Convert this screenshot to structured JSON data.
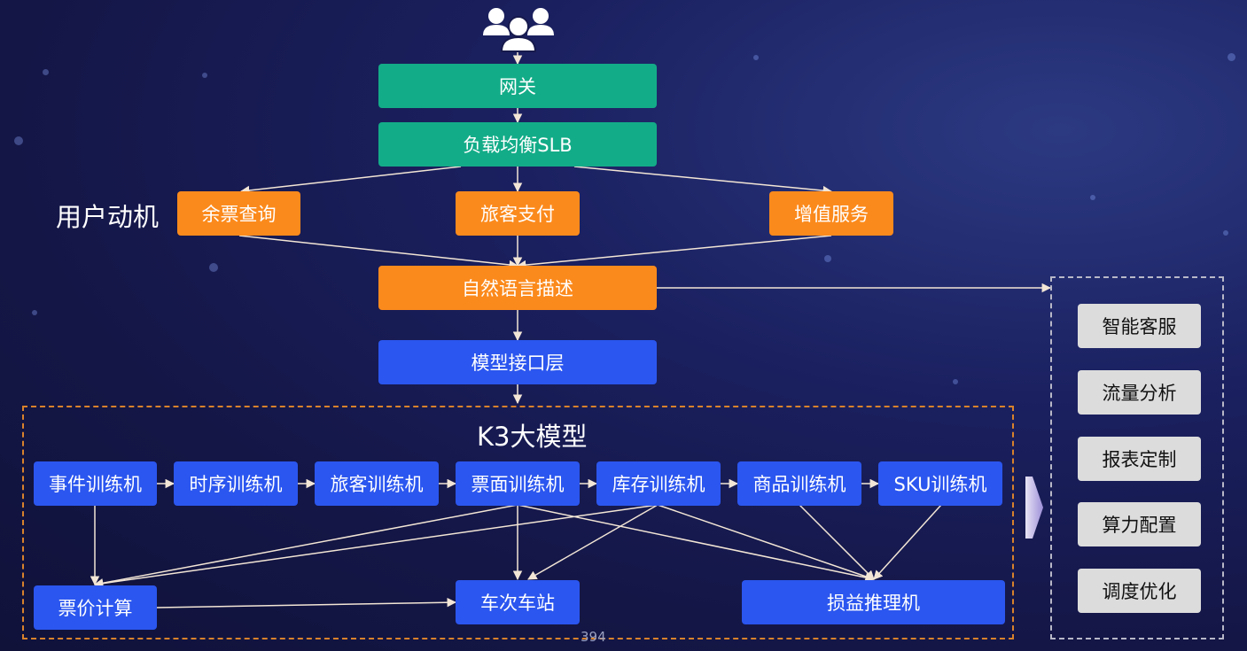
{
  "nodes": {
    "gateway": "网关",
    "slb": "负载均衡SLB",
    "user_motive_label": "用户动机",
    "ticket_query": "余票查询",
    "passenger_pay": "旅客支付",
    "value_added": "增值服务",
    "nl_desc": "自然语言描述",
    "model_api": "模型接口层",
    "k3_title": "K3大模型",
    "trainers": [
      "事件训练机",
      "时序训练机",
      "旅客训练机",
      "票面训练机",
      "库存训练机",
      "商品训练机",
      "SKU训练机"
    ],
    "fare_calc": "票价计算",
    "train_station": "车次车站",
    "profit_infer": "损益推理机"
  },
  "apps": [
    "智能客服",
    "流量分析",
    "报表定制",
    "算力配置",
    "调度优化"
  ],
  "page_number": "394",
  "icons": {
    "users": "users-group-icon",
    "arrow": "chevron-right-icon"
  },
  "colors": {
    "green": "#13ac88",
    "orange": "#fb8a1c",
    "blue": "#2b56ef",
    "gray": "#dcdcdc",
    "dashed_orange": "#d9822b",
    "line": "#f3e6d6"
  }
}
